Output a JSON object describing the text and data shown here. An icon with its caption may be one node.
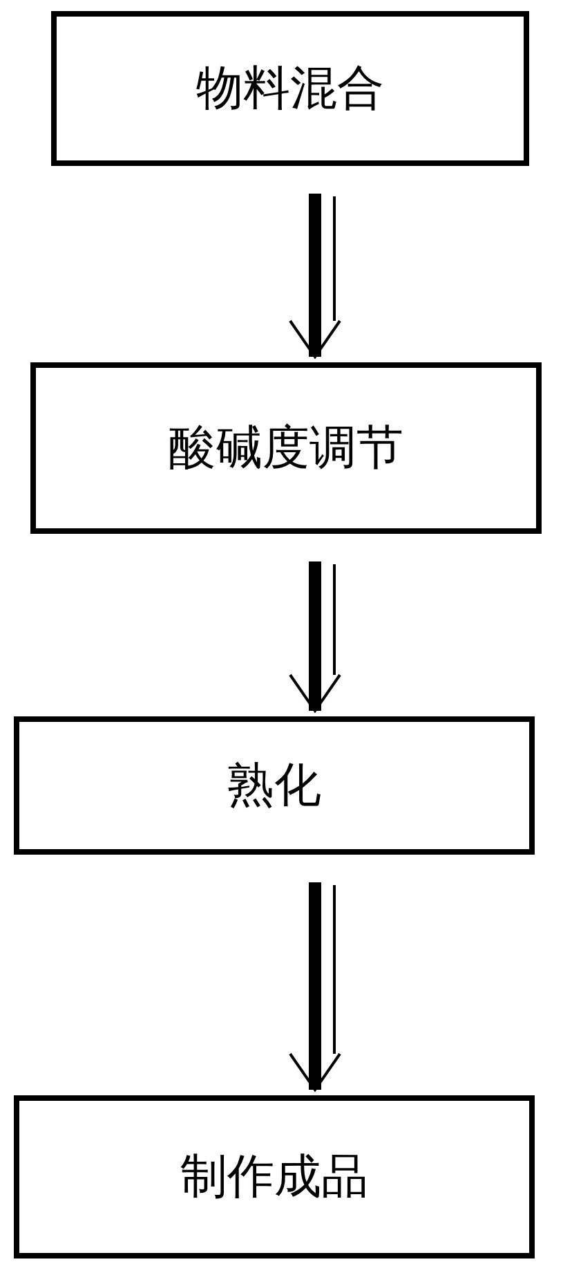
{
  "diagram": {
    "nodes": [
      {
        "text": [
          "物料混合"
        ]
      },
      {
        "text": [
          "酸碱度调节"
        ]
      },
      {
        "text": [
          "熟化"
        ]
      },
      {
        "text": [
          "制作成品"
        ]
      }
    ],
    "edges": [
      {
        "from": 0,
        "to": 1,
        "arrow": "to"
      },
      {
        "from": 1,
        "to": 2,
        "arrow": "to"
      },
      {
        "from": 2,
        "to": 3,
        "arrow": "to"
      }
    ]
  }
}
